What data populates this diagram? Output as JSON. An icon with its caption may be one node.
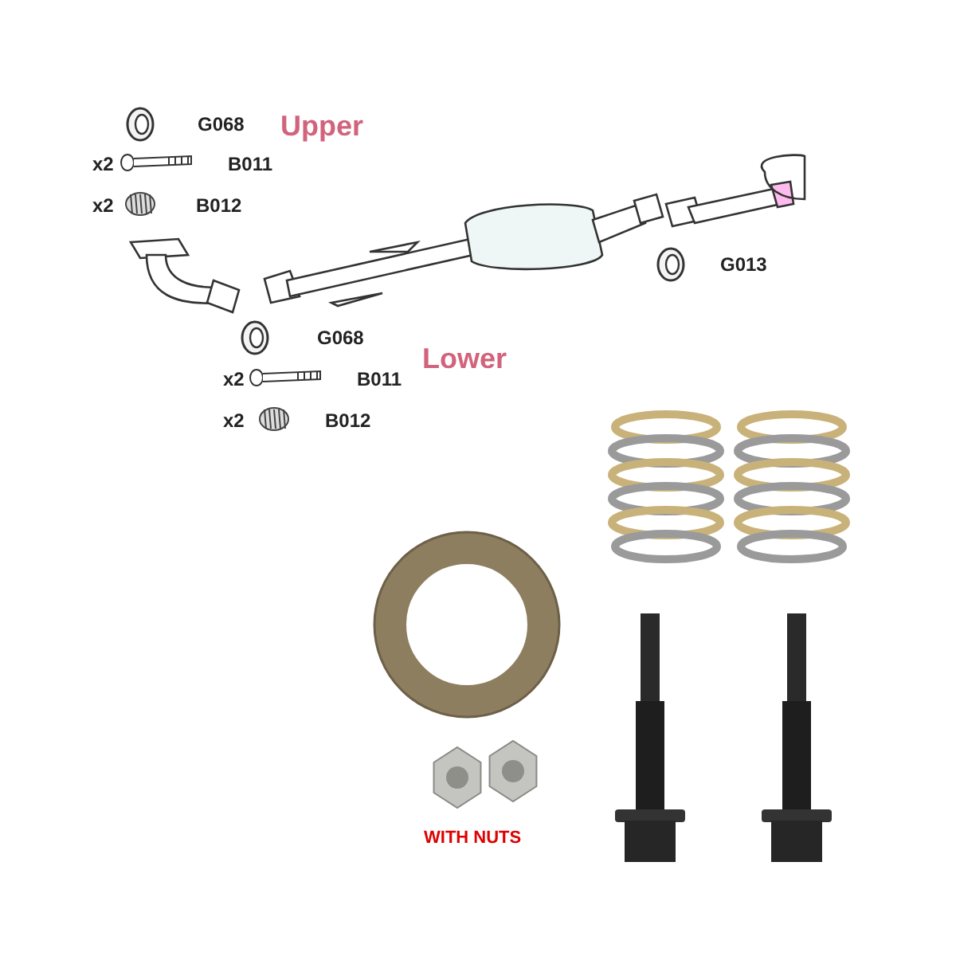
{
  "diagram": {
    "labels": [
      "G068",
      "Upper",
      "x2",
      "B011",
      "x2",
      "B012",
      "G013",
      "G068",
      "Lower",
      "x2",
      "B011",
      "x2",
      "B012",
      "WITH NUTS"
    ]
  }
}
